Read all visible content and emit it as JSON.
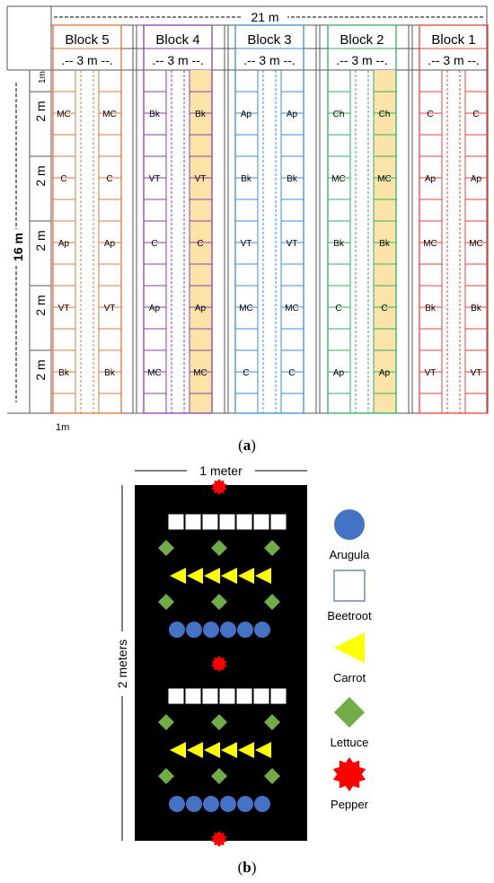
{
  "layout_a": {
    "total_width_label": "21 m",
    "total_length_label": "16 m",
    "bed_width_label": ".-- 3 m --.",
    "row_labels": [
      "1m",
      "2 m",
      "2 m",
      "2 m",
      "2 m",
      "2 m"
    ],
    "gap_label": "1m",
    "caption": "a",
    "blocks": [
      {
        "name": "Block 5",
        "color": "#E2743A",
        "shaded_column": false,
        "crops": [
          "MC",
          "C",
          "Ap",
          "VT",
          "Bk"
        ]
      },
      {
        "name": "Block 4",
        "color": "#8C3FA6",
        "shaded_column": true,
        "crops": [
          "Bk",
          "VT",
          "C",
          "Ap",
          "MC"
        ]
      },
      {
        "name": "Block 3",
        "color": "#3B8FD6",
        "shaded_column": false,
        "crops": [
          "Ap",
          "Bk",
          "VT",
          "MC",
          "C"
        ]
      },
      {
        "name": "Block 2",
        "color": "#2FAF5F",
        "shaded_column": true,
        "crops": [
          "Ch",
          "MC",
          "Bk",
          "C",
          "Ap"
        ]
      },
      {
        "name": "Block 1",
        "color": "#E8413E",
        "shaded_column": false,
        "crops": [
          "C",
          "Ap",
          "MC",
          "Bk",
          "VT"
        ]
      }
    ],
    "shade_color": "#FCE4A8"
  },
  "layout_b": {
    "width_label": "1 meter",
    "length_label": "2 meters",
    "caption": "b",
    "bed_color": "#000000",
    "legend": [
      {
        "shape": "circle",
        "label": "Arugula",
        "color": "#4472C4"
      },
      {
        "shape": "square",
        "label": "Beetroot",
        "color": "#FFFFFF"
      },
      {
        "shape": "triangle",
        "label": "Carrot",
        "color": "#FFFF00"
      },
      {
        "shape": "diamond",
        "label": "Lettuce",
        "color": "#70AD47"
      },
      {
        "shape": "star",
        "label": "Pepper",
        "color": "#FF0000"
      }
    ],
    "bed_rows": [
      "star",
      "square",
      "diamond",
      "triangle",
      "diamond",
      "circle",
      "star",
      "square",
      "diamond",
      "triangle",
      "diamond",
      "circle",
      "star"
    ]
  }
}
